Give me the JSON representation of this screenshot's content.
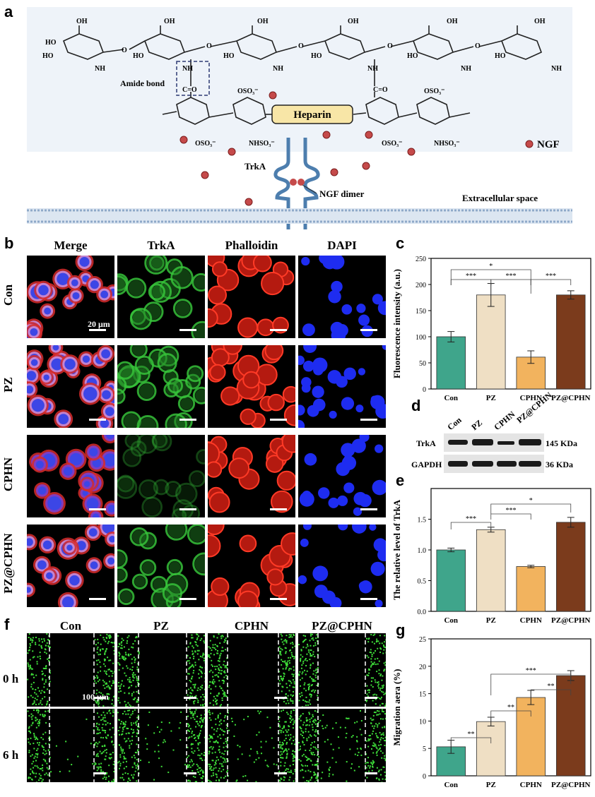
{
  "panels": {
    "a": "a",
    "b": "b",
    "c": "c",
    "d": "d",
    "e": "e",
    "f": "f",
    "g": "g"
  },
  "schematic": {
    "amide_bond": "Amide bond",
    "heparin": "Heparin",
    "ngf": "NGF",
    "trka": "TrkA",
    "ngf_dimer": "NGF dimer",
    "extracellular": "Extracellular space",
    "groups": {
      "oh": "OH",
      "ho": "HO",
      "nh2": "NH",
      "nh": "NH",
      "co": "C=O",
      "oso3": "OSO₃⁻",
      "nhso3": "NHSO₃⁻",
      "o": "O"
    }
  },
  "panel_b": {
    "columns": [
      "Merge",
      "TrkA",
      "Phalloidin",
      "DAPI"
    ],
    "rows": [
      "Con",
      "PZ",
      "CPHN",
      "PZ@CPHN"
    ],
    "scale": "20 μm"
  },
  "panel_d": {
    "lanes": [
      "Con",
      "PZ",
      "CPHN",
      "PZ@CPHN"
    ],
    "rows": [
      {
        "name": "TrkA",
        "kda": "145 KDa"
      },
      {
        "name": "GAPDH",
        "kda": "36 KDa"
      }
    ]
  },
  "panel_f": {
    "columns": [
      "Con",
      "PZ",
      "CPHN",
      "PZ@CPHN"
    ],
    "rows": [
      "0 h",
      "6 h"
    ],
    "scale": "100 μm"
  },
  "chart_data": [
    {
      "type": "bar",
      "panel": "c",
      "categories": [
        "Con",
        "PZ",
        "CPHN",
        "PZ@CPHN"
      ],
      "values": [
        100,
        180,
        61,
        180
      ],
      "errors": [
        10,
        22,
        12,
        8
      ],
      "ylabel": "Fluorescence intensity (a.u.)",
      "ylim": [
        0,
        250
      ],
      "yticks": [
        0,
        50,
        100,
        150,
        200,
        250
      ],
      "colors": [
        "#3fa58b",
        "#efdfc4",
        "#f2b35e",
        "#7b3b1c"
      ],
      "significance": [
        {
          "from": 0,
          "to": 1,
          "label": "***"
        },
        {
          "from": 0,
          "to": 2,
          "label": "*"
        },
        {
          "from": 1,
          "to": 2,
          "label": "***"
        },
        {
          "from": 2,
          "to": 3,
          "label": "***"
        }
      ]
    },
    {
      "type": "bar",
      "panel": "e",
      "categories": [
        "Con",
        "PZ",
        "CPHN",
        "PZ@CPHN"
      ],
      "values": [
        1.0,
        1.33,
        0.73,
        1.45
      ],
      "errors": [
        0.03,
        0.04,
        0.02,
        0.08
      ],
      "ylabel": "The relative level of TrkA",
      "ylim": [
        0,
        2.0
      ],
      "yticks": [
        0.0,
        0.5,
        1.0,
        1.5
      ],
      "colors": [
        "#3fa58b",
        "#efdfc4",
        "#f2b35e",
        "#7b3b1c"
      ],
      "significance": [
        {
          "from": 0,
          "to": 1,
          "label": "***"
        },
        {
          "from": 1,
          "to": 2,
          "label": "***"
        },
        {
          "from": 1,
          "to": 3,
          "label": "*"
        }
      ]
    },
    {
      "type": "bar",
      "panel": "g",
      "categories": [
        "Con",
        "PZ",
        "CPHN",
        "PZ@CPHN"
      ],
      "values": [
        5.3,
        9.9,
        14.3,
        18.3
      ],
      "errors": [
        1.2,
        0.8,
        1.3,
        0.9
      ],
      "ylabel": "Migration aera (%)",
      "ylim": [
        0,
        25
      ],
      "yticks": [
        0,
        5,
        10,
        15,
        20,
        25
      ],
      "colors": [
        "#3fa58b",
        "#efdfc4",
        "#f2b35e",
        "#7b3b1c"
      ],
      "significance": [
        {
          "from": 0,
          "to": 1,
          "label": "**"
        },
        {
          "from": 1,
          "to": 2,
          "label": "**"
        },
        {
          "from": 2,
          "to": 3,
          "label": "**"
        },
        {
          "from": 1,
          "to": 3,
          "label": "***"
        }
      ]
    }
  ]
}
